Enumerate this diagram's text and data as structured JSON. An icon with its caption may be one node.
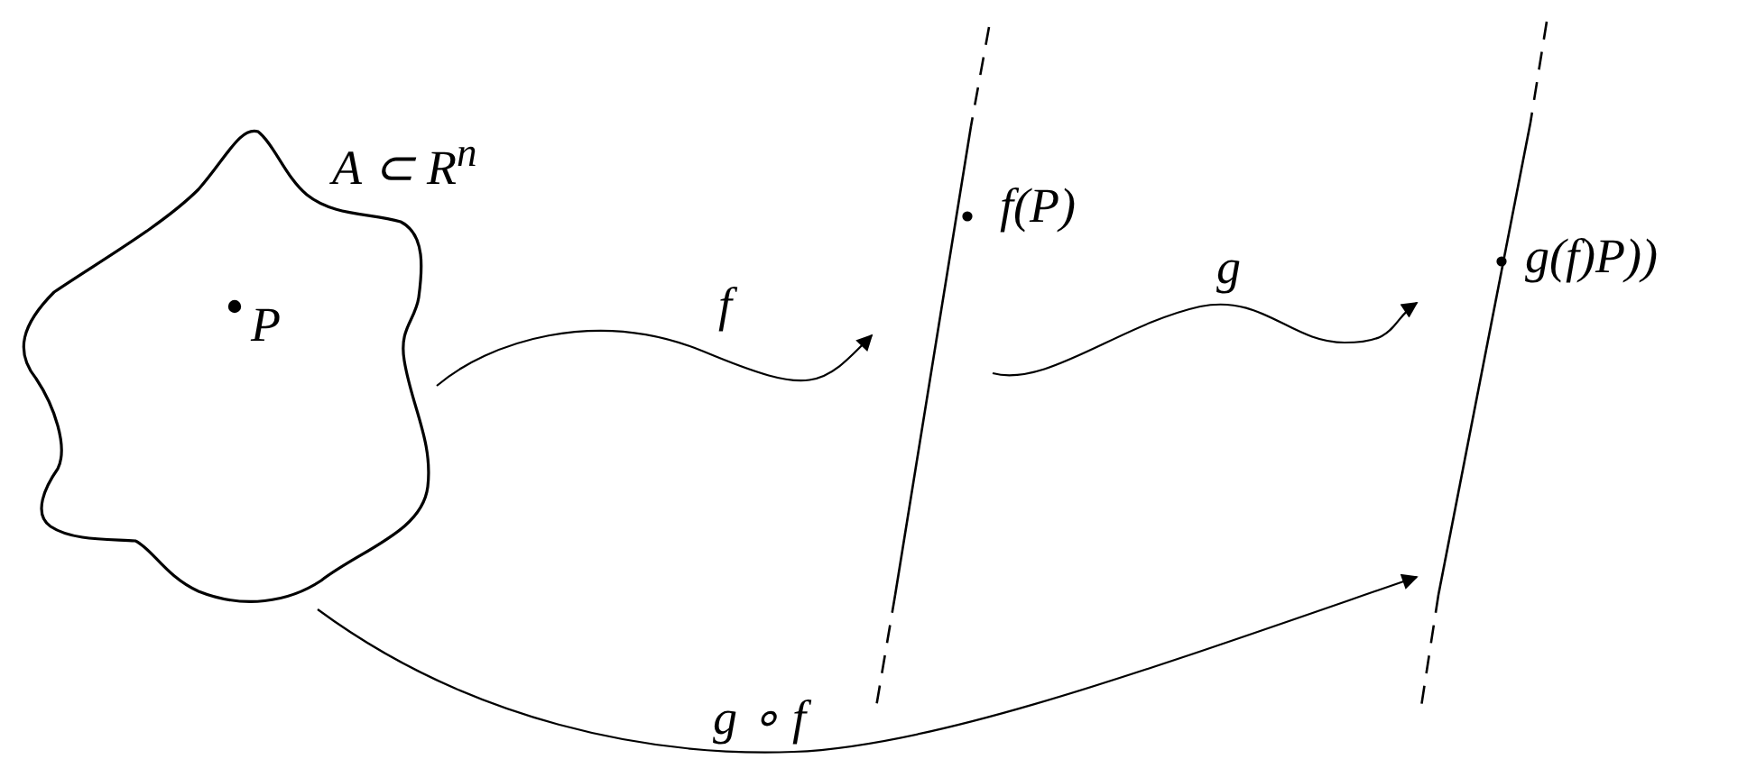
{
  "diagram": {
    "nodes": [
      {
        "text": [
          "P"
        ],
        "beside": [
          "A ⊂ R$^{n}$"
        ]
      },
      {
        "text": [],
        "beside": [
          "f(P)"
        ],
        "shape": "line"
      },
      {
        "text": [],
        "beside": [
          "g(f)P))"
        ],
        "shape": "line"
      }
    ],
    "edges": [
      {
        "from": 0,
        "to": 1,
        "arrow": "to",
        "label": "f"
      },
      {
        "from": 1,
        "to": 2,
        "arrow": "to",
        "label": "g"
      },
      {
        "from": 0,
        "to": 2,
        "arrow": "to",
        "label": "g ∘ f"
      }
    ]
  }
}
